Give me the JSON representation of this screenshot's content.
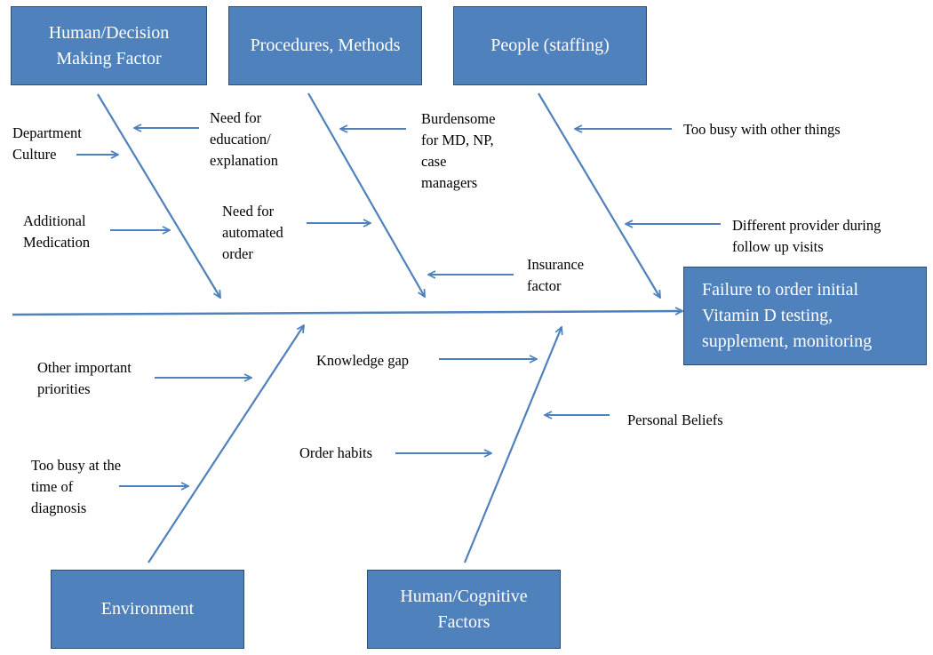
{
  "effect": "Failure to order initial\nVitamin D testing,\nsupplement, monitoring",
  "categories": {
    "human_decision": "Human/Decision\nMaking Factor",
    "procedures": "Procedures, Methods",
    "people": "People (staffing)",
    "environment": "Environment",
    "human_cognitive": "Human/Cognitive\nFactors"
  },
  "causes": {
    "department_culture": "Department\nCulture",
    "need_education": "Need for\neducation/\nexplanation",
    "additional_medication": "Additional\nMedication",
    "burdensome": "Burdensome\nfor MD, NP,\ncase\nmanagers",
    "need_automated": "Need for\nautomated\norder",
    "insurance": "Insurance\nfactor",
    "too_busy_other": "Too busy with other things",
    "different_provider": "Different provider during\nfollow up visits",
    "other_priorities": "Other important\npriorities",
    "too_busy_diagnosis": "Too busy at the\ntime of\ndiagnosis",
    "knowledge_gap": "Knowledge gap",
    "order_habits": "Order habits",
    "personal_beliefs": "Personal Beliefs"
  },
  "colors": {
    "box_fill": "#4f81bd",
    "box_border": "#2c4d75",
    "arrow": "#4f81bd"
  }
}
